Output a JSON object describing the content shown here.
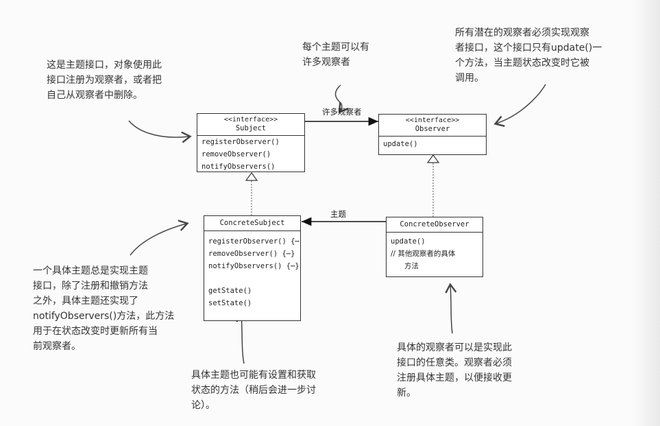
{
  "classes": {
    "subject": {
      "stereotype": "<<interface>>",
      "name": "Subject",
      "methods": [
        "registerObserver()",
        "removeObserver()",
        "notifyObservers()"
      ]
    },
    "observer": {
      "stereotype": "<<interface>>",
      "name": "Observer",
      "methods": [
        "update()"
      ]
    },
    "concrete_subject": {
      "name": "ConcreteSubject",
      "methods": [
        "registerObserver() {⋯",
        "removeObserver() {⋯}",
        "notifyObservers() {⋯}"
      ],
      "extra_methods": [
        "getState()",
        "setState()"
      ]
    },
    "concrete_observer": {
      "name": "ConcreteObserver",
      "method": "update()",
      "comment_line1": "// 其他观察者的具体",
      "comment_line2": "方法"
    }
  },
  "relations": {
    "many_observers": "许多观察者",
    "subject": "主题"
  },
  "notes": {
    "subject_interface": [
      "这是主题接口，对象使用此",
      "接口注册为观察者，或者把",
      "自己从观察者中删除。"
    ],
    "many": [
      "每个主题可以有",
      "许多观察者"
    ],
    "observer_interface": [
      "所有潜在的观察者必须实现观察",
      "者接口，这个接口只有update()一",
      "个方法，当主题状态改变时它被",
      "调用。"
    ],
    "concrete_subject": [
      "一个具体主题总是实现主题",
      "接口，除了注册和撤销方法",
      "之外，具体主题还实现了",
      "notifyObservers()方法，此方法",
      "用于在状态改变时更新所有当",
      "前观察者。"
    ],
    "state_methods": [
      "具体主题也可能有设置和获取",
      "状态的方法（稍后会进一步讨",
      "论）。"
    ],
    "concrete_observer": [
      "具体的观察者可以是实现此",
      "接口的任意类。观察者必须",
      "注册具体主题，以便接收更",
      "新。"
    ]
  }
}
